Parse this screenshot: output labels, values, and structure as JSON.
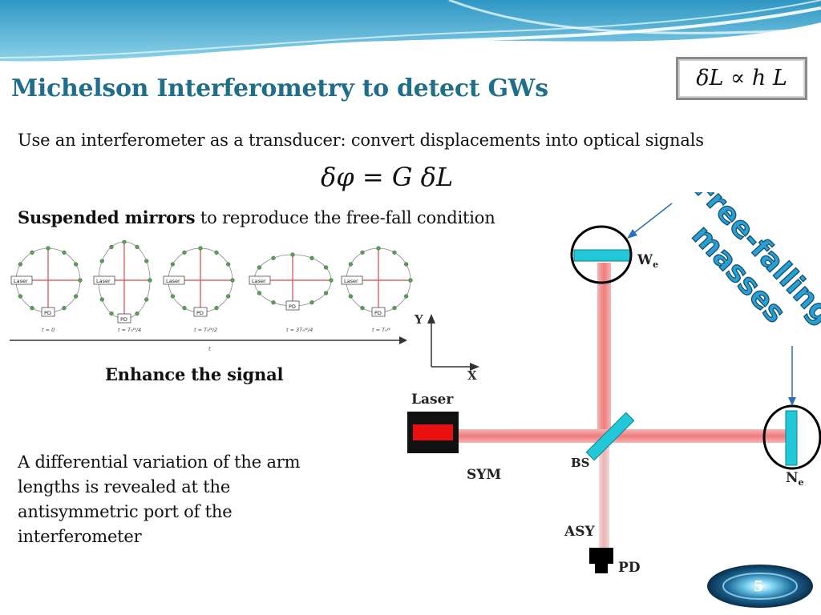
{
  "slide": {
    "title": "Michelson Interferometry to detect GWs",
    "formula_box": "δL ∝ h L",
    "intro": "Use an interferometer as a transducer: convert displacements into optical signals",
    "equation": "δφ = G δL",
    "suspended_bold": "Suspended mirrors",
    "suspended_rest": " to reproduce the free-fall condition",
    "enhance": "Enhance the signal",
    "differential": "A differential variation of the arm lengths is revealed at the antisymmetric port of the interferometer",
    "page_number": "5"
  },
  "gw_panels": {
    "laser_label": "Laser",
    "pd_label": "PD",
    "time_labels": [
      "t = 0",
      "t = T₉ᵂ/4",
      "t = T₉ᵂ/2",
      "t = 3T₉ᵂ/4",
      "t = T₉ᵂ"
    ],
    "time_axis_label": "t"
  },
  "diagram": {
    "free_falling_line1": "Free-falling",
    "free_falling_line2": "masses",
    "axis_y": "Y",
    "axis_x": "X",
    "laser": "Laser",
    "sym": "SYM",
    "bs": "BS",
    "asy": "ASY",
    "pd": "PD",
    "we": "W",
    "we_sub": "e",
    "ne": "N",
    "ne_sub": "e"
  },
  "colors": {
    "title": "#1f6f8b",
    "mirror": "#22c8d8",
    "beam": "#f28b8b",
    "header_wave": "#5fb8d6"
  }
}
